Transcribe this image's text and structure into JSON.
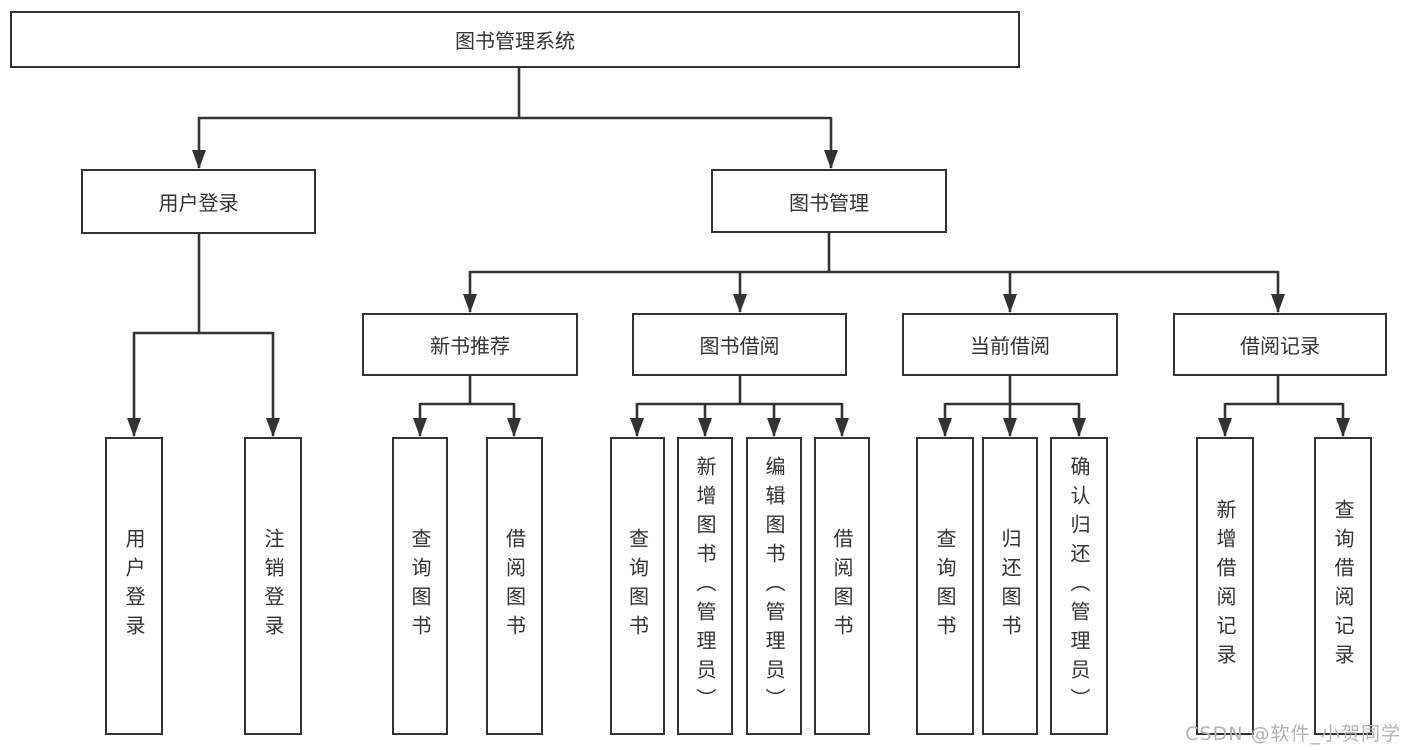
{
  "tree": {
    "root": {
      "label": "图书管理系统",
      "children": [
        {
          "label": "用户登录",
          "children": [
            {
              "label": "用户登录"
            },
            {
              "label": "注销登录"
            }
          ]
        },
        {
          "label": "图书管理",
          "children": [
            {
              "label": "新书推荐",
              "children": [
                {
                  "label": "查询图书"
                },
                {
                  "label": "借阅图书"
                }
              ]
            },
            {
              "label": "图书借阅",
              "children": [
                {
                  "label": "查询图书"
                },
                {
                  "label": "新增图书（管理员）"
                },
                {
                  "label": "编辑图书（管理员）"
                },
                {
                  "label": "借阅图书"
                }
              ]
            },
            {
              "label": "当前借阅",
              "children": [
                {
                  "label": "查询图书"
                },
                {
                  "label": "归还图书"
                },
                {
                  "label": "确认归还（管理员）"
                }
              ]
            },
            {
              "label": "借阅记录",
              "children": [
                {
                  "label": "新增借阅记录"
                },
                {
                  "label": "查询借阅记录"
                }
              ]
            }
          ]
        }
      ]
    }
  },
  "watermark": {
    "text": "CSDN @软件_小贺同学"
  },
  "colors": {
    "line": "#333333",
    "box_border": "#333333",
    "text": "#333333",
    "background": "#ffffff",
    "watermark": "#b4b4b4"
  }
}
